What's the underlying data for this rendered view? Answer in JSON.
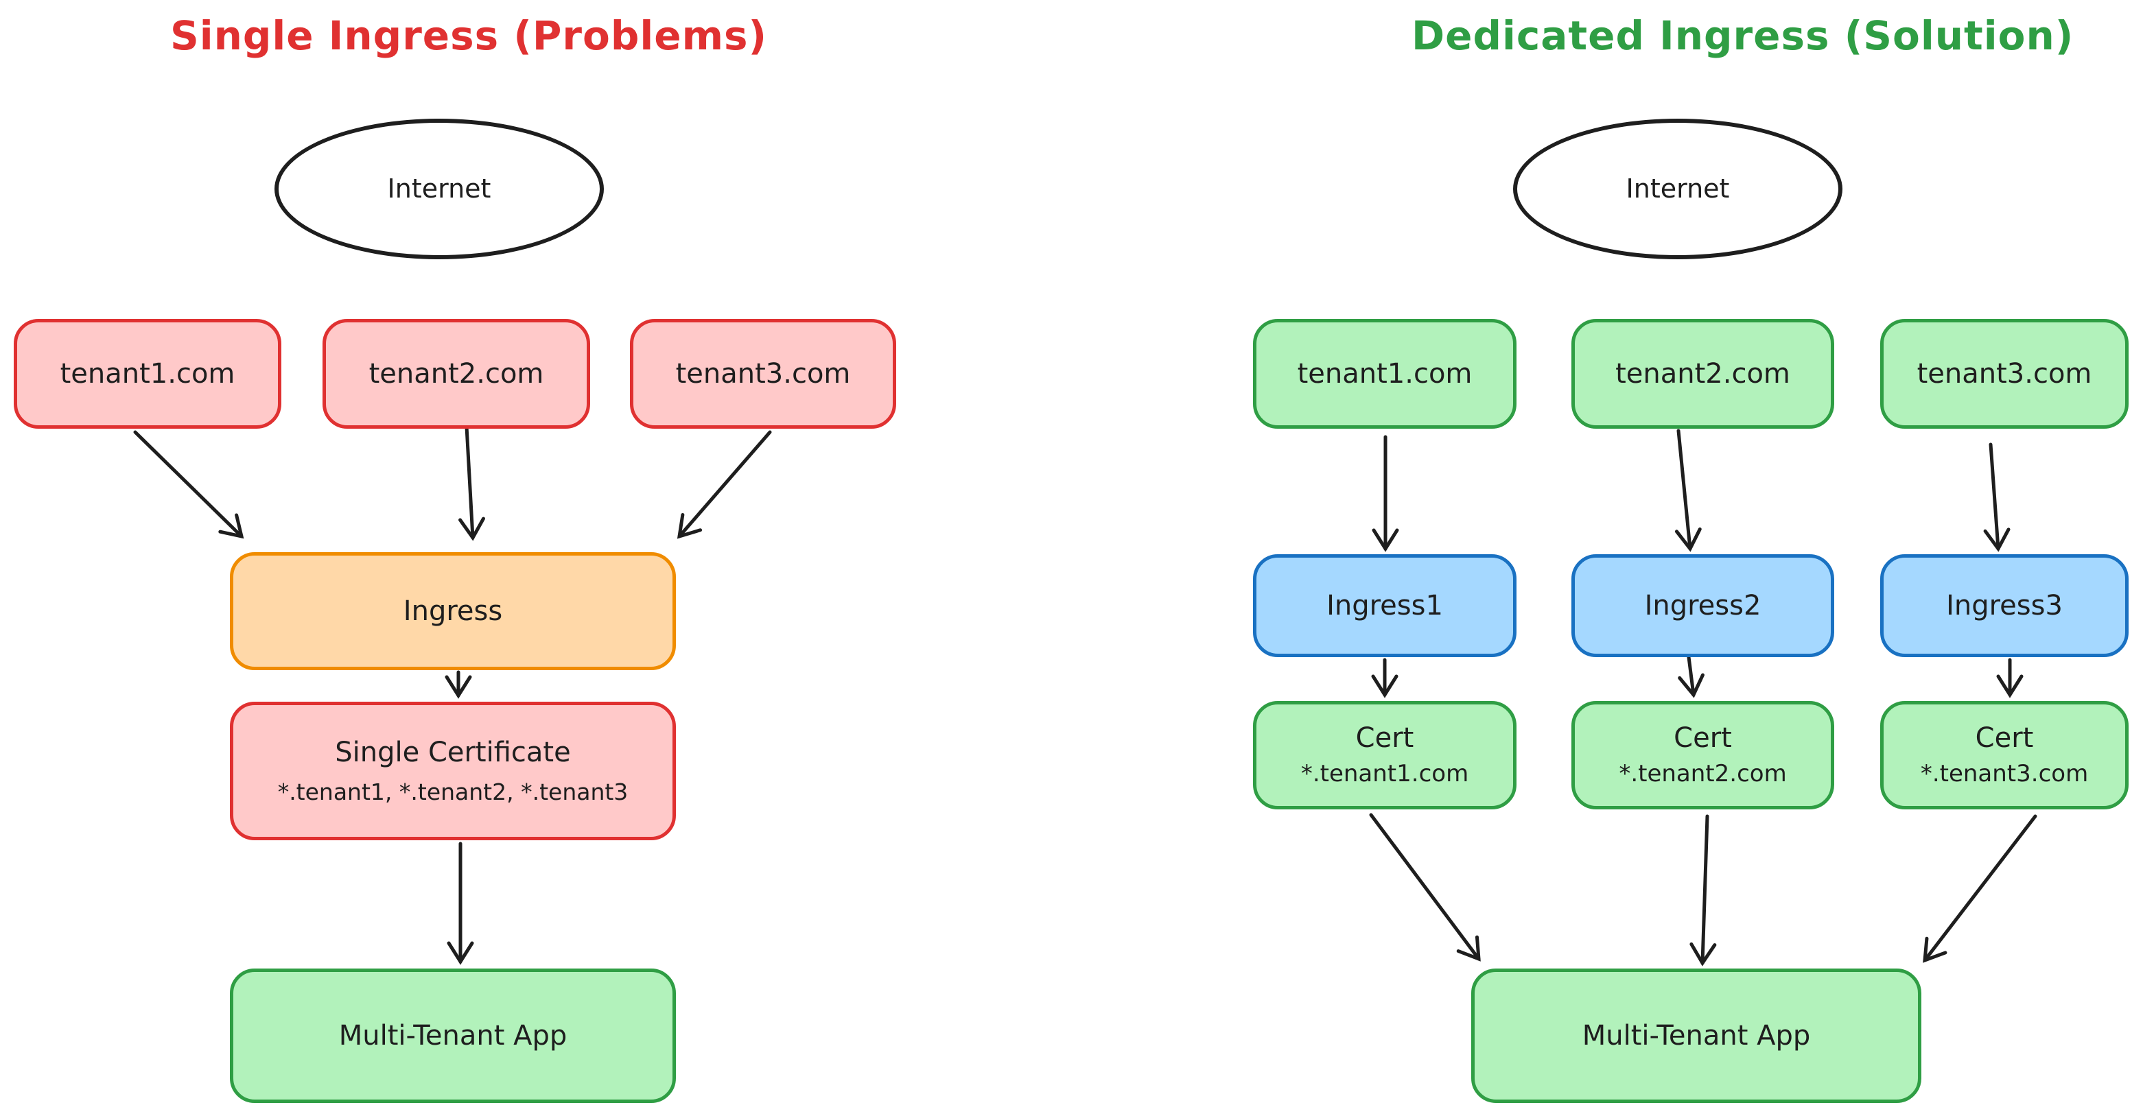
{
  "left": {
    "title": "Single Ingress (Problems)",
    "internet_label": "Internet",
    "tenants": [
      "tenant1.com",
      "tenant2.com",
      "tenant3.com"
    ],
    "ingress_label": "Ingress",
    "certificate": {
      "title": "Single Certificate",
      "subtitle": "*.tenant1, *.tenant2, *.tenant3"
    },
    "app_label": "Multi-Tenant App"
  },
  "right": {
    "title": "Dedicated Ingress (Solution)",
    "internet_label": "Internet",
    "tenants": [
      "tenant1.com",
      "tenant2.com",
      "tenant3.com"
    ],
    "ingresses": [
      "Ingress1",
      "Ingress2",
      "Ingress3"
    ],
    "certs": [
      {
        "title": "Cert",
        "subtitle": "*.tenant1.com"
      },
      {
        "title": "Cert",
        "subtitle": "*.tenant2.com"
      },
      {
        "title": "Cert",
        "subtitle": "*.tenant3.com"
      }
    ],
    "app_label": "Multi-Tenant App"
  },
  "palette": {
    "title_problem": "#e03131",
    "title_solution": "#2f9e44",
    "red_stroke": "#e03131",
    "red_fill": "#ffc9c9",
    "green_stroke": "#2f9e44",
    "green_fill": "#b2f2bb",
    "blue_stroke": "#1971c2",
    "blue_fill": "#a5d8ff",
    "orange_stroke": "#f08c00",
    "orange_fill": "#ffd8a8",
    "line_color": "#1e1e1e",
    "background": "#ffffff"
  }
}
